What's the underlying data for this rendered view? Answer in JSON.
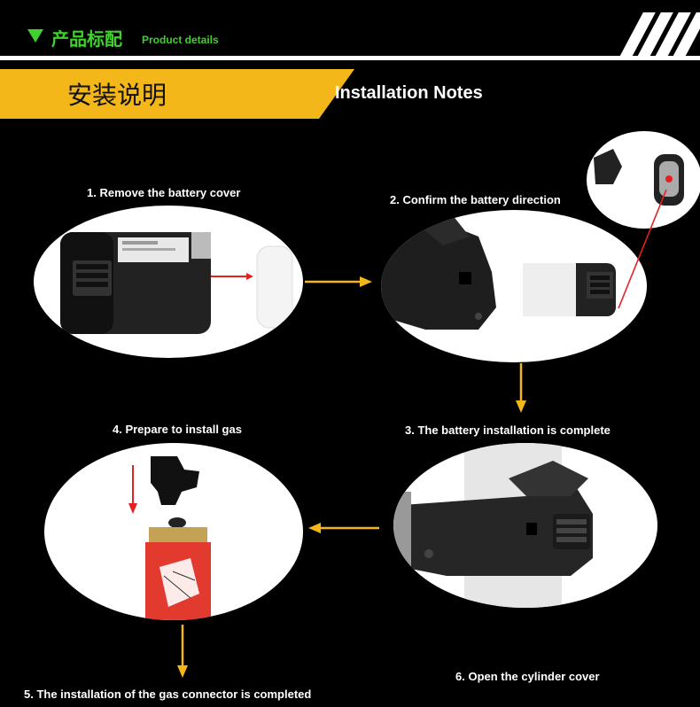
{
  "header": {
    "title_cn": "产品标配",
    "title_en": "Product details"
  },
  "banner": {
    "title_cn": "安装说明",
    "title_en": "Installation Notes"
  },
  "steps": [
    {
      "label": "1. Remove the battery cover"
    },
    {
      "label": "2. Confirm the battery direction"
    },
    {
      "label": "3. The battery installation is complete"
    },
    {
      "label": "4. Prepare to install gas"
    },
    {
      "label": "5. The installation of the gas connector is completed"
    },
    {
      "label": "6. Open the cylinder cover"
    }
  ],
  "colors": {
    "accent_green": "#3fd12c",
    "banner_yellow": "#f4b71a",
    "arrow_yellow": "#f4b71a",
    "arrow_red": "#e52020"
  }
}
